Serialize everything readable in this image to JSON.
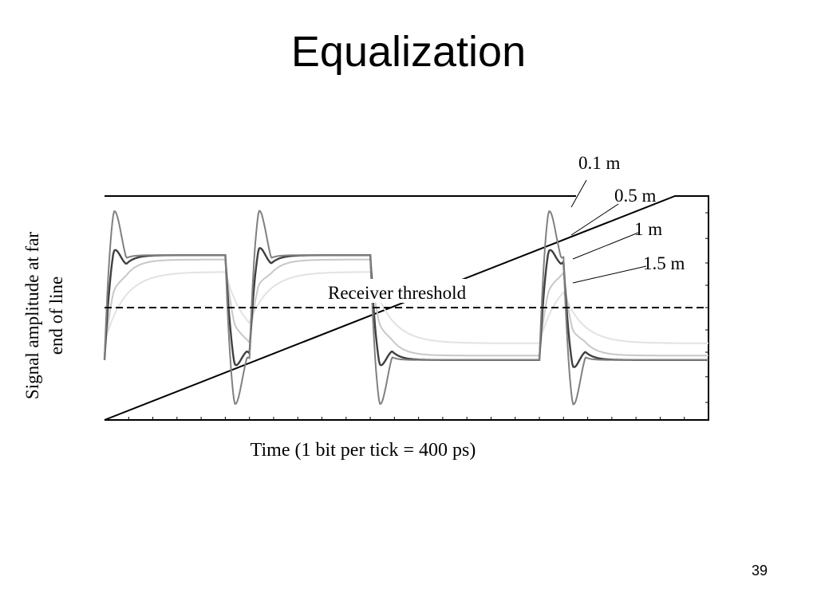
{
  "slide": {
    "title": "Equalization",
    "page_number": "39"
  },
  "chart_data": {
    "type": "line",
    "title": "",
    "xlabel": "Time (1 bit per tick = 400 ps)",
    "ylabel_lines": [
      "Signal amplitude at far",
      "end of line"
    ],
    "threshold": {
      "label": "Receiver threshold",
      "value": 0
    },
    "xlim": [
      0,
      25
    ],
    "ylim": [
      -1.0,
      1.0
    ],
    "grid": false,
    "bits": [
      1,
      1,
      1,
      1,
      1,
      0,
      1,
      1,
      1,
      1,
      1,
      0,
      0,
      0,
      0,
      0,
      0,
      0,
      1,
      0,
      0,
      0,
      0,
      0,
      0
    ],
    "series": [
      {
        "name": "0.1 m",
        "color": "#808080",
        "overshoot": 0.65,
        "settle": 0.47,
        "rate": 1.6
      },
      {
        "name": "0.5 m",
        "color": "#404040",
        "overshoot": 0.4,
        "settle": 0.47,
        "rate": 1.1
      },
      {
        "name": "1 m",
        "color": "#c8c8c8",
        "overshoot": 0.14,
        "settle": 0.43,
        "rate": 0.8
      },
      {
        "name": "1.5 m",
        "color": "#e2e2e2",
        "overshoot": 0.0,
        "settle": 0.32,
        "rate": 0.5
      }
    ],
    "line_colors": {
      "axes": "#000000",
      "threshold": "#000000"
    }
  }
}
